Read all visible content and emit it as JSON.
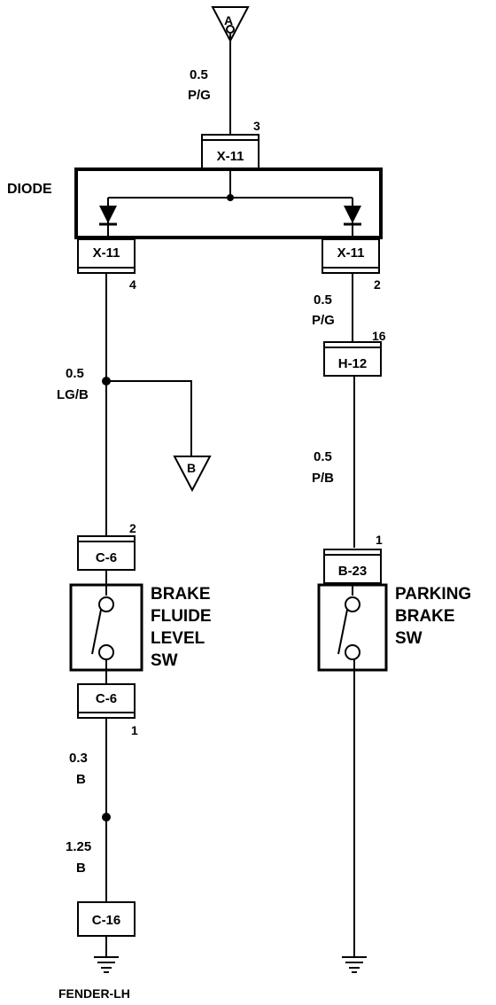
{
  "connectors": {
    "top": {
      "label": "X-11",
      "pin": "3"
    },
    "left": {
      "label": "X-11",
      "pin": "4"
    },
    "right": {
      "label": "X-11",
      "pin": "2"
    },
    "h12": {
      "label": "H-12",
      "pin": "16"
    },
    "c6_top": {
      "label": "C-6",
      "pin": "2"
    },
    "c6_bottom": {
      "label": "C-6",
      "pin": "1"
    },
    "b23": {
      "label": "B-23",
      "pin": "1"
    },
    "c16": {
      "label": "C-16"
    }
  },
  "terminals": {
    "a": "A",
    "b": "B"
  },
  "components": {
    "diode": "DIODE",
    "brake_fluid_switch": [
      "BRAKE",
      "FLUIDE",
      "LEVEL",
      "SW"
    ],
    "parking_brake_switch": [
      "PARKING",
      "BRAKE",
      "SW"
    ],
    "ground_left": "FENDER-LH"
  },
  "wires": {
    "top": [
      "0.5",
      "P/G"
    ],
    "right_upper": [
      "0.5",
      "P/G"
    ],
    "left": [
      "0.5",
      "LG/B"
    ],
    "right_lower": [
      "0.5",
      "P/B"
    ],
    "left_lower": [
      "0.3",
      "B"
    ],
    "left_ground": [
      "1.25",
      "B"
    ]
  }
}
